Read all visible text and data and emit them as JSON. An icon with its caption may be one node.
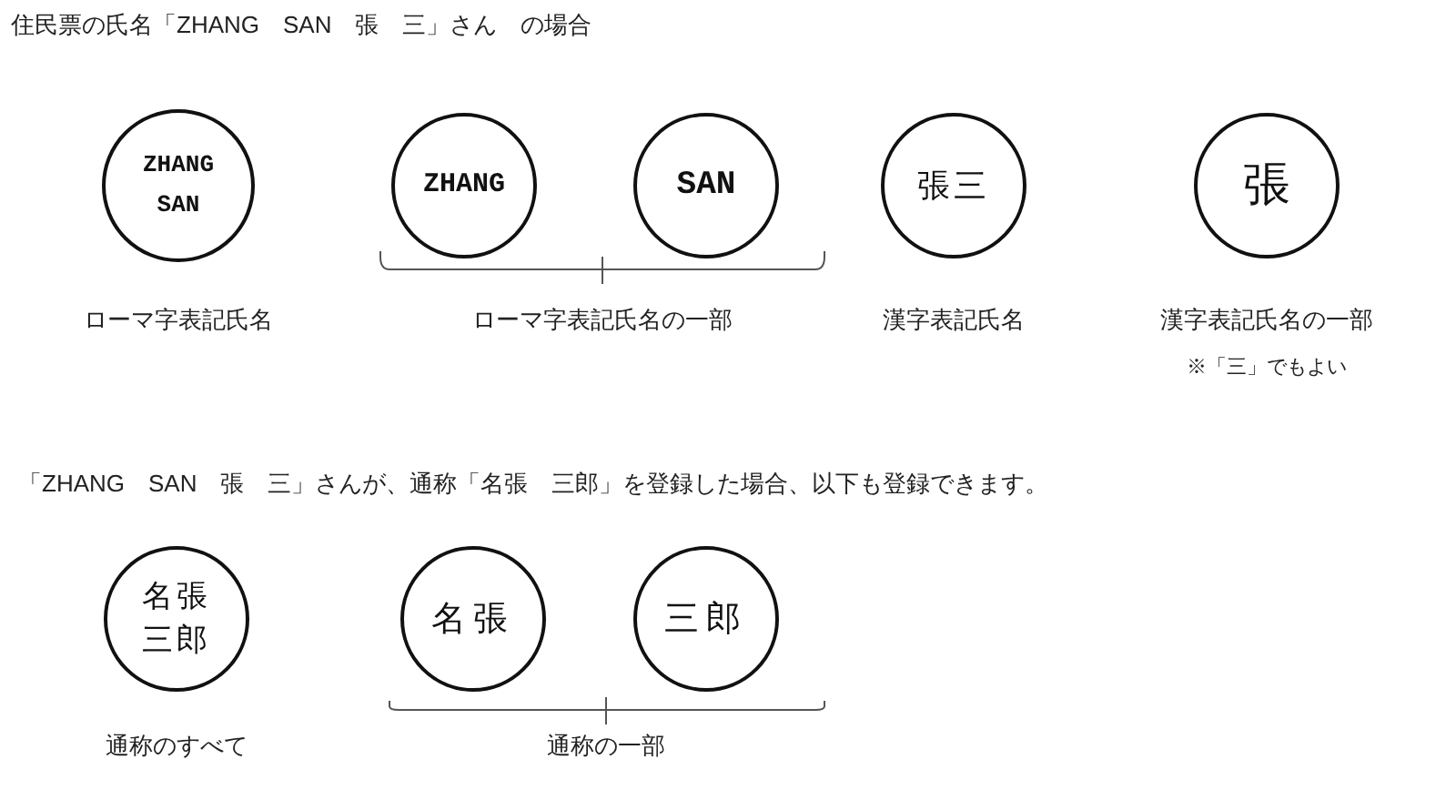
{
  "diagram": {
    "title": "住民票の氏名「ZHANG　SAN　張　三」さん　の場合",
    "nodes": [
      {
        "text": [
          "ZHANG SAN"
        ],
        "beside": [
          "ローマ字表記氏名"
        ]
      },
      {
        "text": [
          "ZHANG"
        ]
      },
      {
        "text": [
          "SAN"
        ]
      },
      {
        "text": [
          "張三"
        ],
        "beside": [
          "漢字表記氏名"
        ]
      },
      {
        "text": [
          "張"
        ],
        "beside": [
          "漢字表記氏名の一部",
          "※「三」でもよい"
        ]
      },
      {
        "text": [
          "名張三郎"
        ],
        "beside": [
          "通称のすべて"
        ]
      },
      {
        "text": [
          "名張"
        ]
      },
      {
        "text": [
          "三郎"
        ]
      }
    ],
    "edges": [],
    "labels": [
      "ローマ字表記氏名の一部",
      "「ZHANG　SAN　張　三」さんが、通称「名張　三郎」を登録した場合、以下も登録できます。",
      "通称の一部"
    ]
  }
}
